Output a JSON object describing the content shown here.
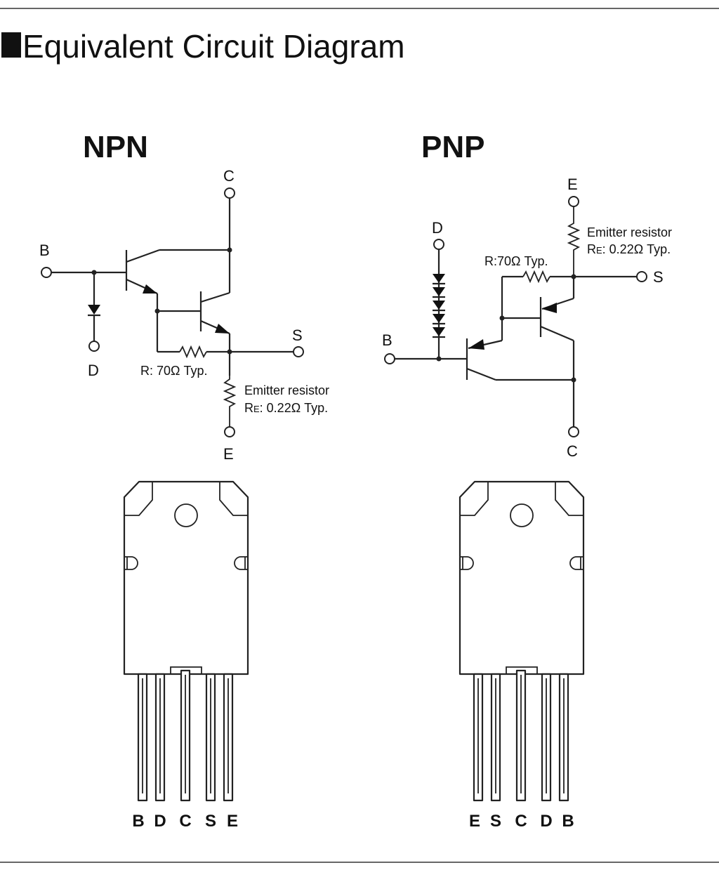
{
  "title": "Equivalent Circuit Diagram",
  "npn": {
    "heading": "NPN",
    "terminals": {
      "b": "B",
      "c": "C",
      "d": "D",
      "s": "S",
      "e": "E"
    },
    "resistor_label": "R: 70Ω Typ.",
    "emitter_resistor": {
      "line1": "Emitter resistor",
      "line2_prefix": "R",
      "line2_sub": "E",
      "line2_rest": ": 0.22Ω Typ."
    },
    "pin_labels": [
      "B",
      "D",
      "C",
      "S",
      "E"
    ]
  },
  "pnp": {
    "heading": "PNP",
    "terminals": {
      "e": "E",
      "d": "D",
      "s": "S",
      "b": "B",
      "c": "C"
    },
    "resistor_label": "R:70Ω Typ.",
    "emitter_resistor": {
      "line1": "Emitter resistor",
      "line2_prefix": "R",
      "line2_sub": "E",
      "line2_rest": ": 0.22Ω Typ."
    },
    "pin_labels": [
      "E",
      "S",
      "C",
      "D",
      "B"
    ]
  }
}
